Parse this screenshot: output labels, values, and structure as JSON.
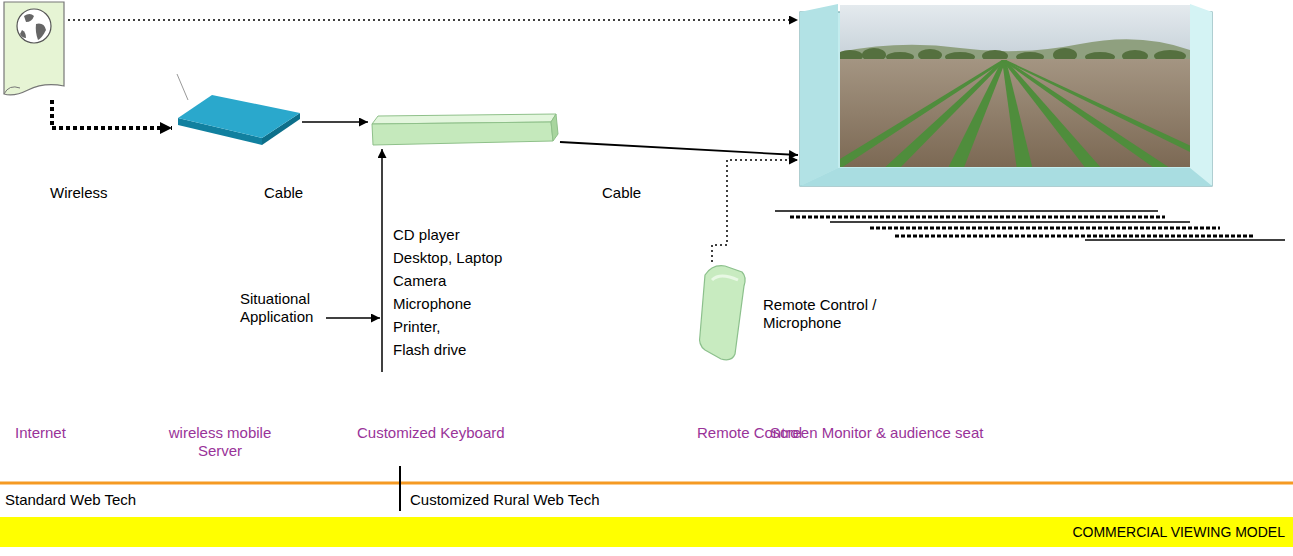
{
  "diagram": {
    "nodes": [
      {
        "text": [
          "Internet"
        ]
      },
      {
        "text": [
          "wireless mobile Server"
        ]
      },
      {
        "text": [
          "Customized Keyboard"
        ]
      },
      {
        "text": [
          "Remote Control"
        ]
      },
      {
        "text": [
          "Screen Monitor & audience seat"
        ]
      },
      {
        "text": [
          "COMMERCIAL VIEWING MODEL"
        ]
      }
    ],
    "edges": [
      {
        "from": 0,
        "to": 4,
        "arrow": "to"
      },
      {
        "from": 0,
        "to": 1,
        "label": "Wireless",
        "arrow": "to"
      },
      {
        "from": 1,
        "to": 2,
        "label": "Cable",
        "arrow": "to"
      },
      {
        "from": 2,
        "to": 4,
        "label": "Cable",
        "arrow": "to"
      },
      {
        "from": 3,
        "to": 4,
        "arrow": "to"
      }
    ],
    "labels": [
      "Situational Application",
      "CD player",
      "Desktop, Laptop",
      "Camera",
      "Microphone",
      "Printer,",
      "Flash drive",
      "Remote Control / Microphone",
      "Standard Web Tech",
      "Customized Rural Web Tech"
    ]
  }
}
